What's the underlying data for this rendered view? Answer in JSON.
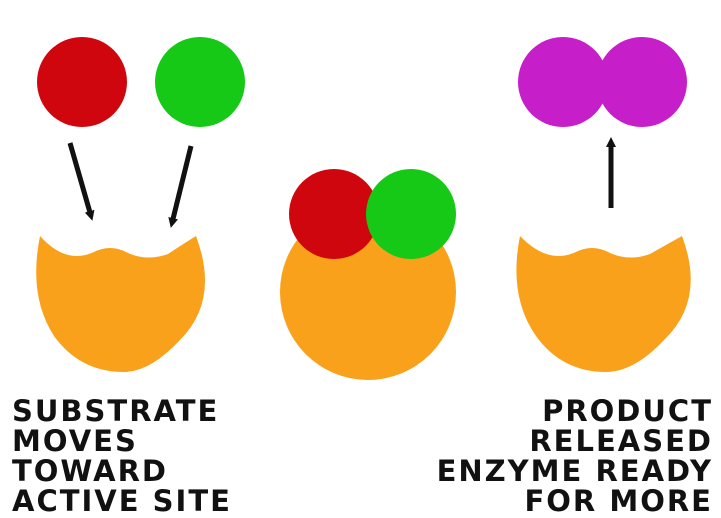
{
  "colors": {
    "enzyme": "#F9A11B",
    "substrate_a": "#D0060E",
    "substrate_b": "#16C916",
    "product": "#C61EC8",
    "arrow": "#111111",
    "background": "#FFFFFF"
  },
  "stages": [
    {
      "name": "substrate-approach",
      "arrows": "down"
    },
    {
      "name": "enzyme-substrate-complex",
      "arrows": "none"
    },
    {
      "name": "product-release",
      "arrows": "up"
    }
  ],
  "captions": {
    "left": {
      "line1": "SUBSTRATE",
      "line2": "MOVES",
      "line3": "TOWARD",
      "line4": "ACTIVE SITE"
    },
    "right": {
      "line1": "PRODUCT",
      "line2": "RELEASED",
      "line3": "ENZYME READY",
      "line4": "FOR MORE"
    }
  }
}
